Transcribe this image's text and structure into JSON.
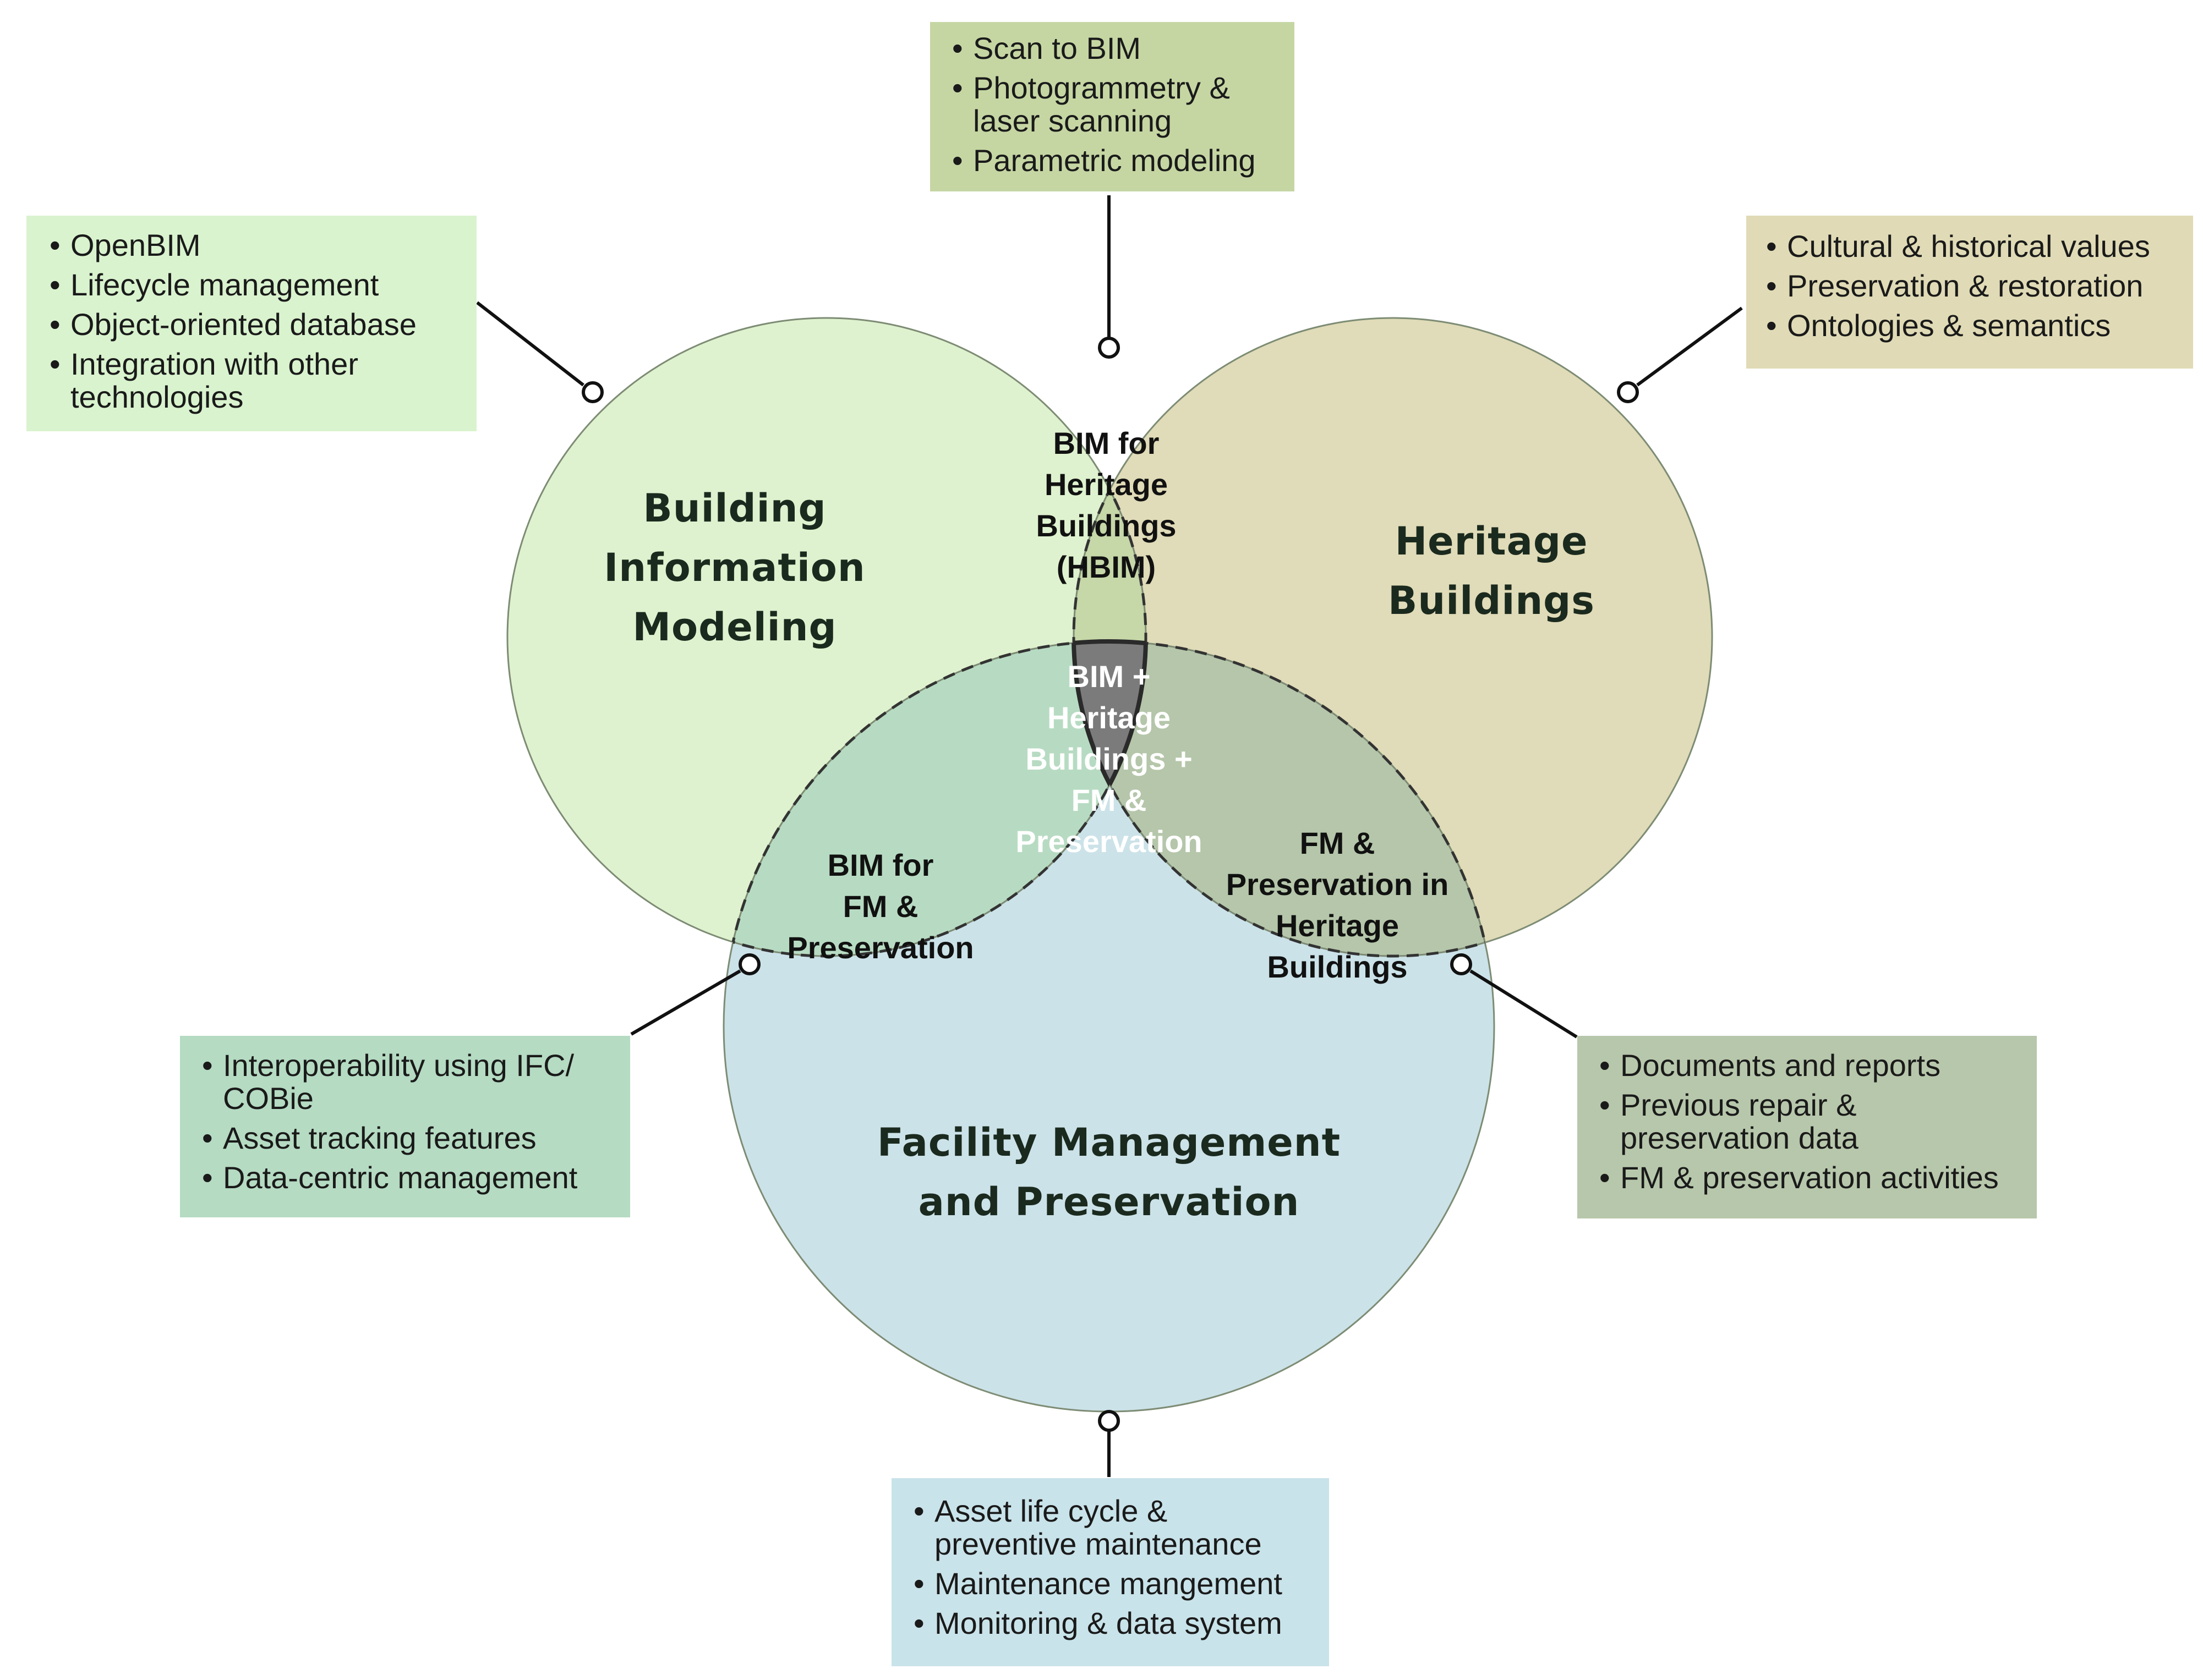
{
  "circles": {
    "bim": {
      "label": "Building\nInformation\nModeling",
      "fill": "#dff2cf"
    },
    "heritage": {
      "label": "Heritage\nBuildings",
      "fill": "#e0dbb8"
    },
    "fm": {
      "label": "Facility Management\nand Preservation",
      "fill": "#cbe2e8"
    }
  },
  "intersections": {
    "bim_heritage": {
      "label": "BIM for\nHeritage\nBuildings\n(HBIM)",
      "fill": "#c6d7a8"
    },
    "bim_fm": {
      "label": "BIM for\nFM &\nPreservation",
      "fill": "#b7dbc2"
    },
    "heritage_fm": {
      "label": "FM &\nPreservation in\nHeritage\nBuildings",
      "fill": "#b5c6aa"
    },
    "all": {
      "label": "BIM +\nHeritage\nBuildings +\nFM &\nPreservation",
      "fill": "#7b7b7b"
    }
  },
  "boxes": {
    "bim": {
      "fill": "#d9f3ce",
      "items": [
        "OpenBIM",
        "Lifecycle management",
        "Object-oriented database",
        "Integration with other\ntechnologies"
      ]
    },
    "hbim": {
      "fill": "#c5d6a3",
      "items": [
        "Scan to BIM",
        "Photogrammetry &\nlaser scanning",
        "Parametric modeling"
      ]
    },
    "heritage": {
      "fill": "#e0dbb6",
      "items": [
        "Cultural & historical values",
        "Preservation & restoration",
        "Ontologies & semantics"
      ]
    },
    "bim_fm": {
      "fill": "#b5dbc2",
      "items": [
        "Interoperability using IFC/\nCOBie",
        "Asset tracking features",
        "Data-centric management"
      ]
    },
    "heritage_fm": {
      "fill": "#b7c7ab",
      "items": [
        "Documents and reports",
        "Previous repair &\npreservation data",
        "FM & preservation activities"
      ]
    },
    "fm": {
      "fill": "#c9e3ea",
      "items": [
        "Asset life cycle &\npreventive maintenance",
        "Maintenance mangement",
        "Monitoring & data system"
      ]
    }
  }
}
